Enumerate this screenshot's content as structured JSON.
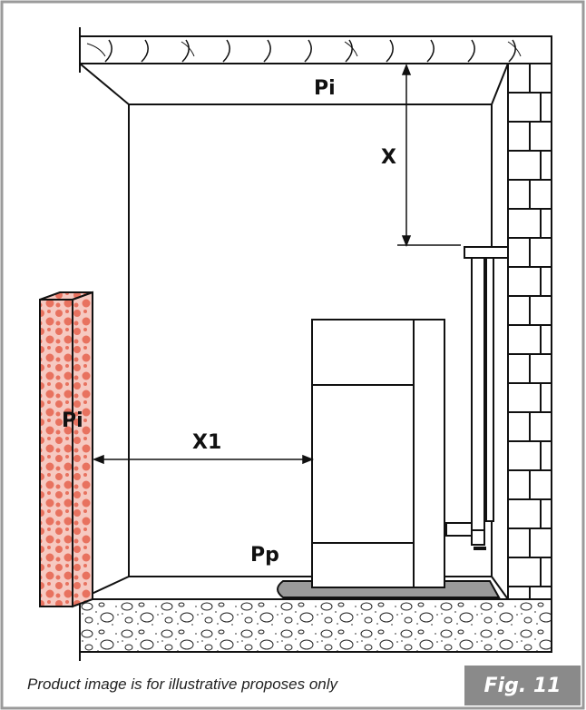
{
  "labels": {
    "ceiling": "Pi",
    "side_wall": "Pi",
    "distance_top": "X",
    "distance_side": "X1",
    "floor_plate": "Pp"
  },
  "caption": "Product image is for illustrative proposes only",
  "figure_label": "Fig. 11",
  "colors": {
    "line": "#111111",
    "insulation_fill": "#f2b8b0",
    "insulation_spots": "#e8725f",
    "floor_plate": "#999999",
    "badge_bg": "#8a8a8a",
    "concrete_dots": "#666666"
  }
}
